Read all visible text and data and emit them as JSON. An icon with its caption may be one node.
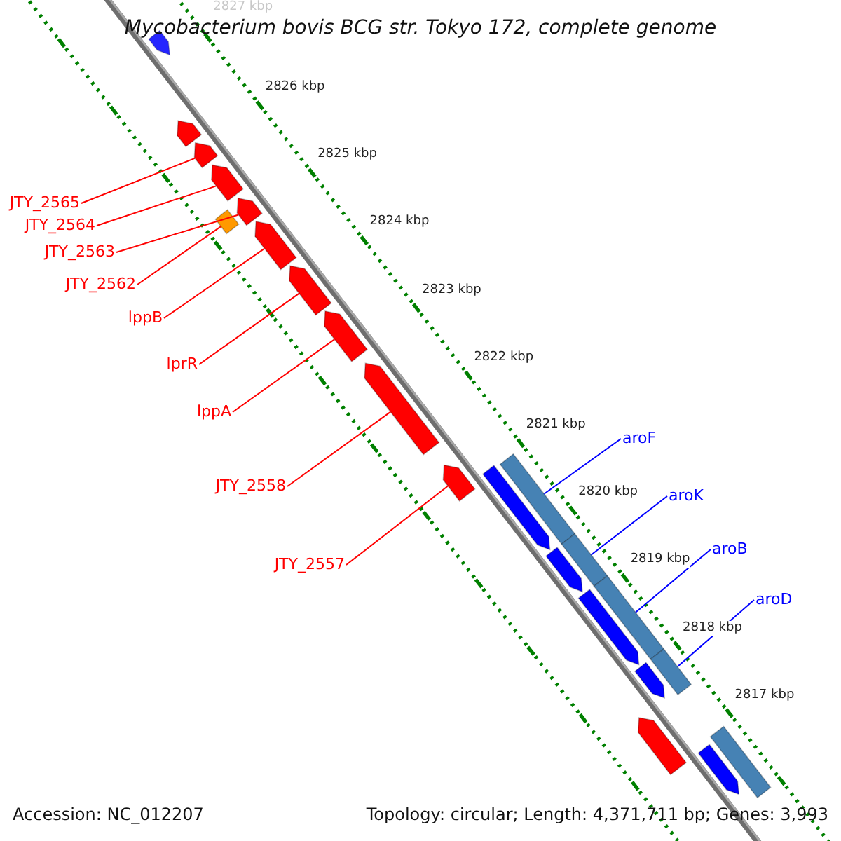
{
  "diagram": {
    "title": "Mycobacterium bovis BCG str. Tokyo 172, complete genome",
    "nodes": [
      {
        "text": [],
        "shape": "bar"
      },
      {
        "text": [],
        "shape": "bar"
      },
      {
        "text": [
          "JTY_2565"
        ]
      },
      {
        "text": [],
        "shape": "bar"
      },
      {
        "text": [
          "JTY_2564"
        ]
      },
      {
        "text": [],
        "shape": "bar"
      },
      {
        "text": [
          "JTY_2563"
        ]
      },
      {
        "text": [],
        "shape": "bar"
      },
      {
        "text": [
          "JTY_2562"
        ]
      },
      {
        "text": [],
        "shape": "box"
      },
      {
        "text": [
          "lppB"
        ]
      },
      {
        "text": [],
        "shape": "bar"
      },
      {
        "text": [
          "lprR"
        ]
      },
      {
        "text": [],
        "shape": "bar"
      },
      {
        "text": [
          "lppA"
        ]
      },
      {
        "text": [],
        "shape": "bar"
      },
      {
        "text": [
          "JTY_2558"
        ]
      },
      {
        "text": [],
        "shape": "bar"
      },
      {
        "text": [
          "aroF"
        ]
      },
      {
        "text": [],
        "shape": "bar"
      },
      {
        "text": [],
        "shape": "bar"
      },
      {
        "text": [
          "JTY_2557"
        ]
      },
      {
        "text": [],
        "shape": "bar"
      },
      {
        "text": [
          "aroK"
        ]
      },
      {
        "text": [],
        "shape": "bar"
      },
      {
        "text": [],
        "shape": "bar"
      },
      {
        "text": [
          "aroB"
        ]
      },
      {
        "text": [],
        "shape": "bar"
      },
      {
        "text": [],
        "shape": "bar"
      },
      {
        "text": [
          "aroD"
        ]
      },
      {
        "text": [],
        "shape": "bar"
      },
      {
        "text": [],
        "shape": "bar"
      },
      {
        "text": [],
        "shape": "bar"
      },
      {
        "text": [],
        "shape": "bar"
      },
      {
        "text": [],
        "shape": "bar"
      }
    ],
    "edges": [
      {
        "from": 2,
        "to": 3,
        "arrow": "none"
      },
      {
        "from": 4,
        "to": 5,
        "arrow": "none"
      },
      {
        "from": 6,
        "to": 7,
        "arrow": "none"
      },
      {
        "from": 8,
        "to": 9,
        "arrow": "none"
      },
      {
        "from": 10,
        "to": 11,
        "arrow": "none"
      },
      {
        "from": 12,
        "to": 13,
        "arrow": "none"
      },
      {
        "from": 14,
        "to": 15,
        "arrow": "none"
      },
      {
        "from": 16,
        "to": 17,
        "arrow": "none"
      },
      {
        "from": 21,
        "to": 22,
        "arrow": "none"
      },
      {
        "from": 18,
        "to": 19,
        "arrow": "none",
        "color": "#0000ff"
      },
      {
        "from": 23,
        "to": 24,
        "arrow": "none",
        "color": "#0000ff"
      },
      {
        "from": 26,
        "to": 27,
        "arrow": "none",
        "color": "#0000ff"
      },
      {
        "from": 29,
        "to": 30,
        "arrow": "none",
        "color": "#0000ff"
      }
    ],
    "labels": [
      "2827 kbp",
      "2826 kbp",
      "2825 kbp",
      "2824 kbp",
      "2823 kbp",
      "2822 kbp",
      "2821 kbp",
      "2820 kbp",
      "2819 kbp",
      "2818 kbp",
      "2817 kbp",
      "Accession: NC_012207",
      "Topology: circular; Length: 4,371,711 bp; Genes: 3,993"
    ]
  }
}
